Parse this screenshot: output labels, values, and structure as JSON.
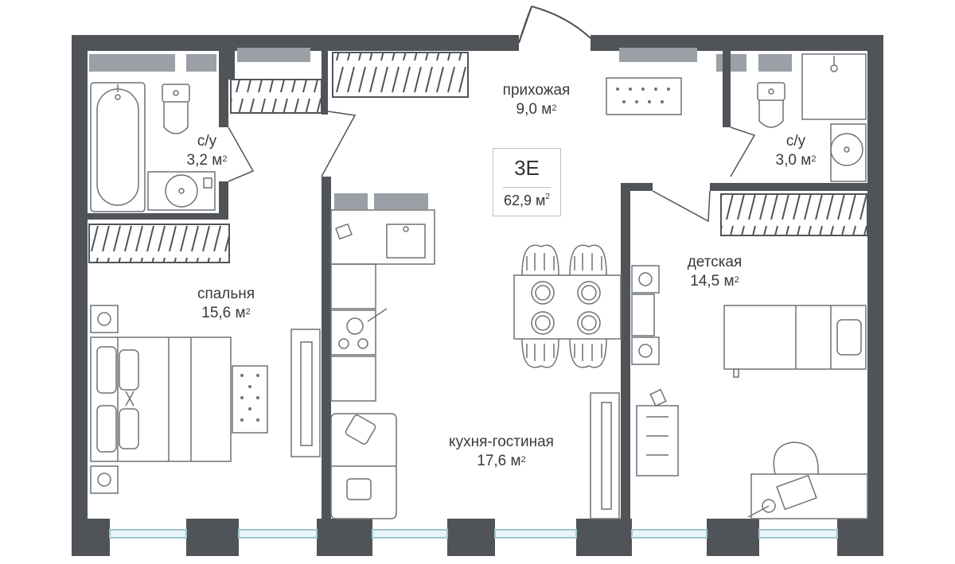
{
  "apartment": {
    "code": "3E",
    "total_area": "62,9 м",
    "area_unit_sup": "2"
  },
  "rooms": {
    "hall": {
      "name": "прихожая",
      "area": "9,0 м"
    },
    "bath_left": {
      "name": "с/у",
      "area": "3,2 м"
    },
    "bath_right": {
      "name": "с/у",
      "area": "3,0 м"
    },
    "bedroom": {
      "name": "спальня",
      "area": "15,6 м"
    },
    "kids": {
      "name": "детская",
      "area": "14,5 м"
    },
    "living": {
      "name": "кухня-гостиная",
      "area": "17,6 м"
    }
  },
  "colors": {
    "wall": "#505458",
    "furniture_line": "#6e7276",
    "window_band": "#9aa0a6",
    "window_glass": "#cfe6ec"
  },
  "icons": [
    "bathtub-icon",
    "toilet-icon",
    "sink-icon",
    "shower-icon",
    "bed-icon",
    "wardrobe-icon",
    "stove-icon",
    "dining-table-icon",
    "sofa-icon",
    "tv-icon",
    "desk-icon",
    "chair-icon",
    "rug-icon"
  ]
}
